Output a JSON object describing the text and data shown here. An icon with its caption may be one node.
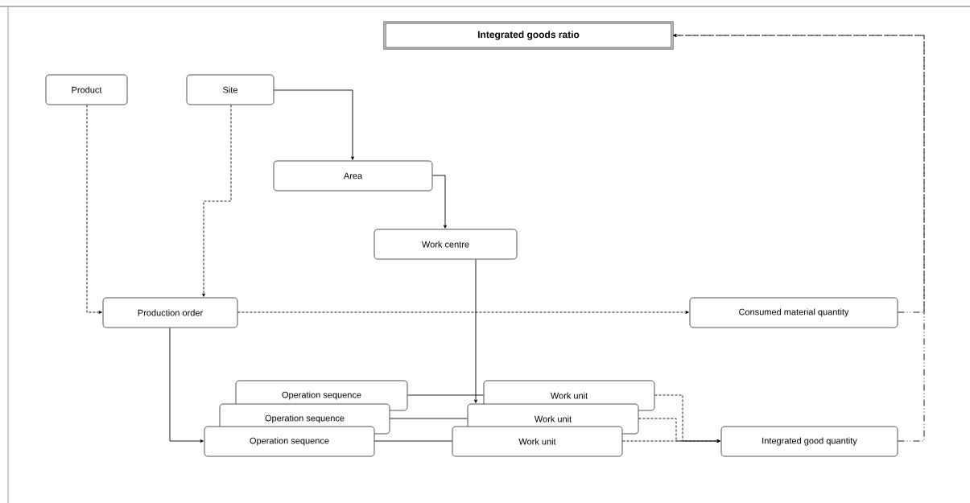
{
  "diagram": {
    "nodes": [
      {
        "text": [
          "Integrated goods ratio"
        ]
      },
      {
        "text": [
          "Product"
        ]
      },
      {
        "text": [
          "Site"
        ]
      },
      {
        "text": [
          "Area"
        ]
      },
      {
        "text": [
          "Work centre"
        ]
      },
      {
        "text": [
          "Production order"
        ]
      },
      {
        "text": [
          "Consumed material quantity"
        ]
      },
      {
        "text": [
          "Operation sequence"
        ]
      },
      {
        "text": [
          "Work unit"
        ]
      },
      {
        "text": [
          "Operation sequence"
        ]
      },
      {
        "text": [
          "Work unit"
        ]
      },
      {
        "text": [
          "Operation sequence"
        ]
      },
      {
        "text": [
          "Work unit"
        ]
      },
      {
        "text": [
          "Integrated good quantity"
        ]
      }
    ],
    "edges": [
      {
        "from": 1,
        "to": 5,
        "arrow": "to",
        "style": "dashed"
      },
      {
        "from": 2,
        "to": 5,
        "arrow": "to",
        "style": "dashed"
      },
      {
        "from": 2,
        "to": 3,
        "arrow": "to"
      },
      {
        "from": 3,
        "to": 4,
        "arrow": "to"
      },
      {
        "from": 4,
        "to": 10,
        "arrow": "to"
      },
      {
        "from": 5,
        "to": 11,
        "arrow": "to"
      },
      {
        "from": 5,
        "to": 6,
        "arrow": "to",
        "style": "dashed"
      },
      {
        "from": 7,
        "to": 8,
        "arrow": "none"
      },
      {
        "from": 9,
        "to": 10,
        "arrow": "none"
      },
      {
        "from": 11,
        "to": 12,
        "arrow": "none"
      },
      {
        "from": 8,
        "to": 13,
        "arrow": "to",
        "style": "dashed"
      },
      {
        "from": 10,
        "to": 13,
        "arrow": "to",
        "style": "dashed"
      },
      {
        "from": 12,
        "to": 13,
        "arrow": "to",
        "style": "dashed"
      },
      {
        "from": 6,
        "to": 0,
        "arrow": "to",
        "style": "dashed"
      },
      {
        "from": 13,
        "to": 0,
        "arrow": "to",
        "style": "dashed"
      }
    ]
  }
}
